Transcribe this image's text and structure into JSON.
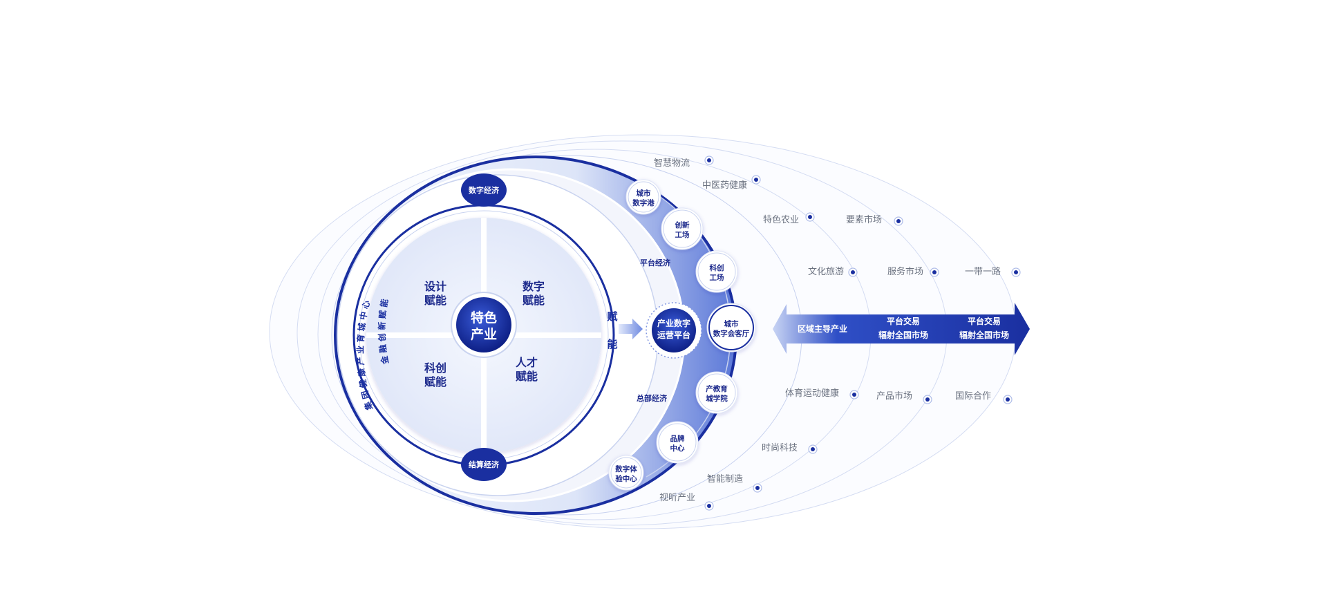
{
  "colors": {
    "primary": "#1a2fa0",
    "primary_dark": "#0d1f85",
    "primary_light": "#3a5bd8",
    "pale": "#e7edfb",
    "ring": "#c9d3ef",
    "grey_text": "#6b7280"
  },
  "core": {
    "line1": "特色",
    "line2": "产业"
  },
  "quadrants": {
    "design": {
      "line1": "设计",
      "line2": "赋能"
    },
    "digital": {
      "line1": "数字",
      "line2": "赋能"
    },
    "tech": {
      "line1": "科创",
      "line2": "赋能"
    },
    "talent": {
      "line1": "人才",
      "line2": "赋能"
    }
  },
  "pills": {
    "top": "数字经济",
    "bottom": "结算经济"
  },
  "arc_text": {
    "outer": "集 团 健 康 产 业 育 城 中 心",
    "inner": "金 融 创 新 赋 能"
  },
  "empower": {
    "char1": "赋",
    "char2": "能"
  },
  "platform": {
    "line1": "产业数字",
    "line2": "运营平台"
  },
  "economy_labels": {
    "platform": "平台经济",
    "headquarters": "总部经济"
  },
  "nodes": [
    {
      "line1": "城市",
      "line2": "数字港"
    },
    {
      "line1": "创新",
      "line2": "工场"
    },
    {
      "line1": "科创",
      "line2": "工场"
    },
    {
      "line1": "城市",
      "line2": "数字会客厅"
    },
    {
      "line1": "产教育",
      "line2": "城学院"
    },
    {
      "line1": "品牌",
      "line2": "中心"
    },
    {
      "line1": "数字体",
      "line2": "验中心"
    }
  ],
  "industries_top": [
    "智慧物流",
    "中医药健康",
    "特色农业",
    "文化旅游"
  ],
  "industries_bottom": [
    "体育运动健康",
    "时尚科技",
    "智能制造",
    "视听产业"
  ],
  "markets_top": [
    "要素市场",
    "服务市场"
  ],
  "markets_bottom": [
    "产品市场"
  ],
  "international": {
    "top": "一带一路",
    "bottom": "国际合作"
  },
  "arrow_sections": [
    {
      "line1": "区域主导产业",
      "line2": ""
    },
    {
      "line1": "平台交易",
      "line2": "辐射全国市场"
    },
    {
      "line1": "平台交易",
      "line2": "辐射全国市场"
    }
  ]
}
